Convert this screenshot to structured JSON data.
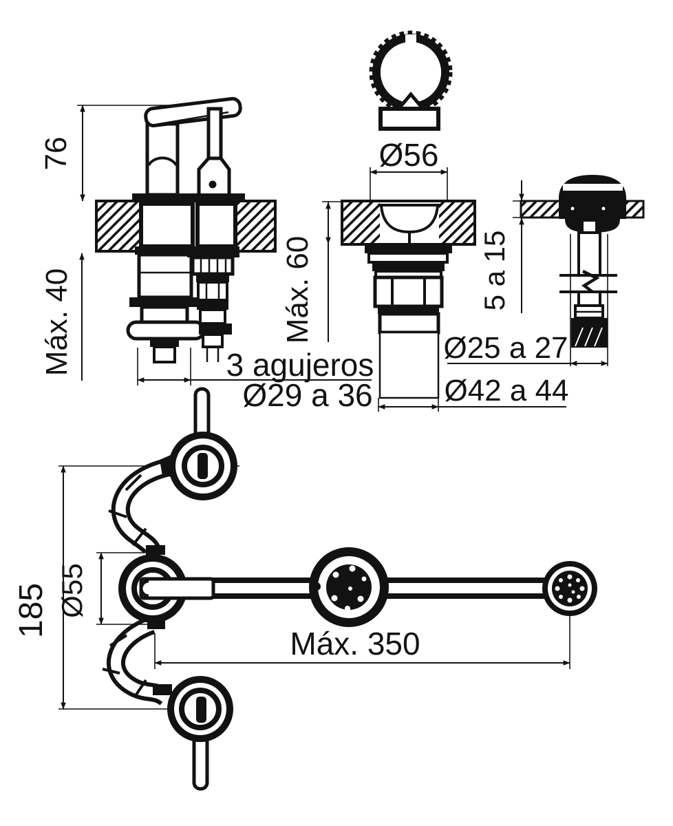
{
  "drawing": {
    "title_hint": "faucet installation dimensions drawing",
    "colors": {
      "ink": "#121212",
      "paper": "#ffffff"
    },
    "labels": {
      "dim_76": "76",
      "dim_max_40": "Máx. 40",
      "dim_o56": "Ø56",
      "dim_max_60": "Máx. 60",
      "holes_line1": "3 agujeros",
      "holes_line2": "Ø29 a 36",
      "dim_5_a_15": "5 a 15",
      "dim_o25_a_27": "Ø25 a 27",
      "dim_o42_a_44": "Ø42 a 44",
      "dim_185": "185",
      "dim_o55": "Ø55",
      "dim_max_350": "Máx. 350"
    }
  }
}
